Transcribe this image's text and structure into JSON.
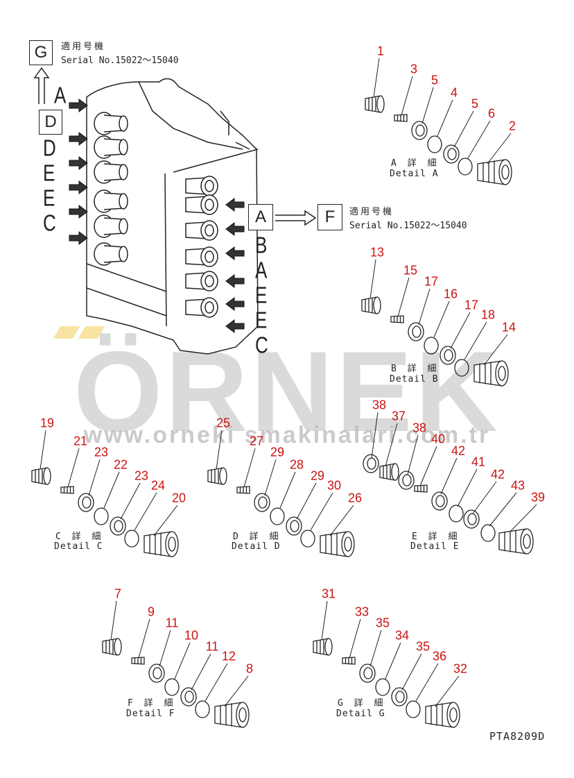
{
  "header": {
    "g_box": "G",
    "g_jp": "適用号機",
    "g_serial": "Serial No.15022～15040",
    "a_box": "A",
    "f_box": "F",
    "f_jp": "適用号機",
    "f_serial": "Serial No.15022～15040",
    "d_box": "D"
  },
  "left_letters": [
    "A",
    "D",
    "D",
    "E",
    "E",
    "C"
  ],
  "right_letters": [
    "B",
    "A",
    "E",
    "E",
    "C"
  ],
  "details": {
    "a": {
      "jp": "A 詳 細",
      "en": "Detail A"
    },
    "b": {
      "jp": "B 詳 細",
      "en": "Detail B"
    },
    "c": {
      "jp": "C 詳 細",
      "en": "Detail C"
    },
    "d": {
      "jp": "D 詳 細",
      "en": "Detail D"
    },
    "e": {
      "jp": "E 詳 細",
      "en": "Detail E"
    },
    "f": {
      "jp": "F 詳 細",
      "en": "Detail F"
    },
    "g": {
      "jp": "G 詳 細",
      "en": "Detail G"
    }
  },
  "part_numbers": {
    "a": [
      "1",
      "3",
      "5",
      "4",
      "5",
      "6",
      "2"
    ],
    "b": [
      "13",
      "15",
      "17",
      "16",
      "17",
      "18",
      "14"
    ],
    "c": [
      "19",
      "21",
      "23",
      "22",
      "23",
      "24",
      "20"
    ],
    "d": [
      "25",
      "27",
      "29",
      "28",
      "29",
      "30",
      "26"
    ],
    "e": [
      "38",
      "37",
      "38",
      "40",
      "42",
      "41",
      "42",
      "43",
      "39"
    ],
    "f": [
      "7",
      "9",
      "11",
      "10",
      "11",
      "12",
      "8"
    ],
    "g": [
      "31",
      "33",
      "35",
      "34",
      "35",
      "36",
      "32"
    ]
  },
  "watermark": {
    "brand": "ÖRNEK",
    "url": "www.orneki smakinalari.com.tr"
  },
  "drawing_code": "PTA8209D",
  "colors": {
    "part_number": "#cc1111",
    "line": "#222222",
    "watermark": "#bdbdbd"
  }
}
